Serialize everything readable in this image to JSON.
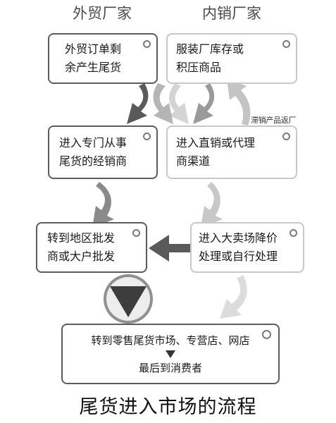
{
  "headers": {
    "left": "外贸厂家",
    "right": "内销厂家"
  },
  "boxes": {
    "export_surplus": "外贸订单剩\n余产生尾货",
    "factory_stock": "服装厂库存或\n积压商品",
    "specialist_dealer": "进入专门从事\n尾货的经销商",
    "direct_channel": "进入直销或代理\n商渠道",
    "wholesale": "转到地区批发\n商或大户批发",
    "hypermarket": "进入大卖场降价\n处理或自行处理",
    "retail_line1": "转到零售尾货市场、专营店、网店",
    "retail_line2": "最后到消费者"
  },
  "side_note": "滞销产品返厂",
  "caption": "尾货进入市场的流程",
  "colors": {
    "dark_arrow": "#5a5a5a",
    "mid_arrow": "#9a9a9a",
    "light_arrow": "#d4d4d4",
    "big_triangle": "#3d3d3d"
  }
}
